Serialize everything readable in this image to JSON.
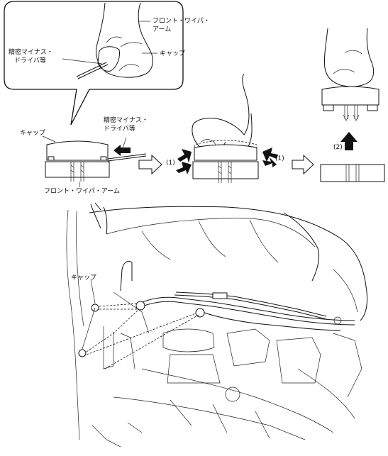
{
  "callout": {
    "label_front_wiper_arm": [
      "フロント・ワイパ・",
      "アーム"
    ],
    "label_precision_screwdriver": [
      "精密マイナス・",
      "ドライバ等"
    ],
    "label_cap": "キャップ"
  },
  "step1": {
    "label_cap": "キャップ",
    "label_precision_screwdriver": [
      "精密マイナス・",
      "ドライバ等"
    ],
    "label_front_wiper_arm": "フロント・ワイパ・アーム"
  },
  "step2": {
    "marker_left": "(1)",
    "marker_right": "(1)"
  },
  "step3": {
    "marker_up": "(2)"
  },
  "vehicle": {
    "label_cap": "キャップ"
  },
  "colors": {
    "line": "#111111",
    "background": "#ffffff"
  }
}
